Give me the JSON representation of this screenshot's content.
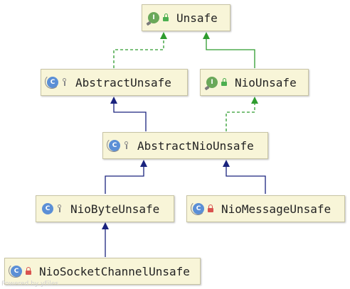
{
  "diagram": {
    "colors": {
      "implements": "#2e9c2e",
      "extends": "#1a237e",
      "node_fill": "#f8f5d8",
      "node_border": "#c8c4a4"
    },
    "nodes": {
      "unsafe": {
        "label": "Unsafe",
        "kind": "interface",
        "icon_letter": "I",
        "visibility": "public",
        "icon": "interface-icon"
      },
      "abstract_unsafe": {
        "label": "AbstractUnsafe",
        "kind": "abstract-class",
        "icon_letter": "C",
        "visibility": "protected",
        "icon": "abstract-class-icon"
      },
      "nio_unsafe": {
        "label": "NioUnsafe",
        "kind": "interface",
        "icon_letter": "I",
        "visibility": "public",
        "icon": "interface-icon"
      },
      "abstract_nio_unsafe": {
        "label": "AbstractNioUnsafe",
        "kind": "abstract-class",
        "icon_letter": "C",
        "visibility": "protected",
        "icon": "abstract-class-icon"
      },
      "nio_byte_unsafe": {
        "label": "NioByteUnsafe",
        "kind": "class",
        "icon_letter": "C",
        "visibility": "protected",
        "icon": "class-icon"
      },
      "nio_message_unsafe": {
        "label": "NioMessageUnsafe",
        "kind": "class",
        "icon_letter": "C",
        "visibility": "private",
        "icon": "class-icon"
      },
      "nio_socket_channel_unsafe": {
        "label": "NioSocketChannelUnsafe",
        "kind": "class",
        "icon_letter": "C",
        "visibility": "private",
        "icon": "class-icon"
      }
    },
    "edges": [
      {
        "from": "abstract_unsafe",
        "to": "unsafe",
        "type": "implements"
      },
      {
        "from": "nio_unsafe",
        "to": "unsafe",
        "type": "extends-interface"
      },
      {
        "from": "abstract_nio_unsafe",
        "to": "abstract_unsafe",
        "type": "extends"
      },
      {
        "from": "abstract_nio_unsafe",
        "to": "nio_unsafe",
        "type": "implements"
      },
      {
        "from": "nio_byte_unsafe",
        "to": "abstract_nio_unsafe",
        "type": "extends"
      },
      {
        "from": "nio_message_unsafe",
        "to": "abstract_nio_unsafe",
        "type": "extends"
      },
      {
        "from": "nio_socket_channel_unsafe",
        "to": "nio_byte_unsafe",
        "type": "extends"
      }
    ],
    "watermark": "Powered by yFiles"
  }
}
